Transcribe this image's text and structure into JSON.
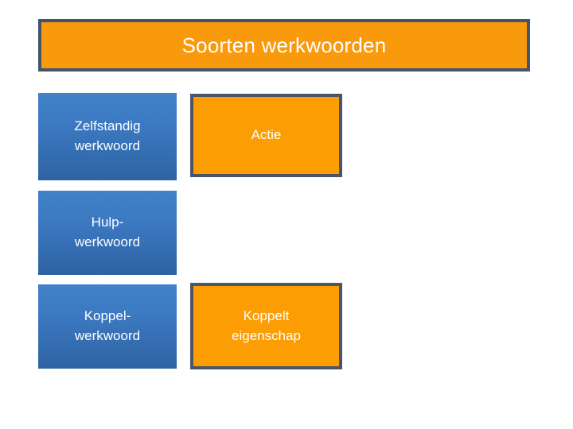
{
  "slide": {
    "title": "Soorten werkwoorden",
    "colors": {
      "title_fill": "#F89A0C",
      "title_border": "#44546A",
      "blue_top": "#4182C9",
      "blue_bottom": "#2E63A2",
      "orange_fill": "#FC9D04",
      "orange_border": "#4A5568",
      "text": "#FFFFFF",
      "background": "#FFFFFF"
    },
    "rows": [
      {
        "type_label": "Zelfstandig\nwerkwoord",
        "function_label": "Actie",
        "has_function": true
      },
      {
        "type_label": "Hulp-\nwerkwoord",
        "function_label": "",
        "has_function": false
      },
      {
        "type_label": "Koppel-\nwerkwoord",
        "function_label": "Koppelt\neigenschap",
        "has_function": true
      }
    ]
  }
}
